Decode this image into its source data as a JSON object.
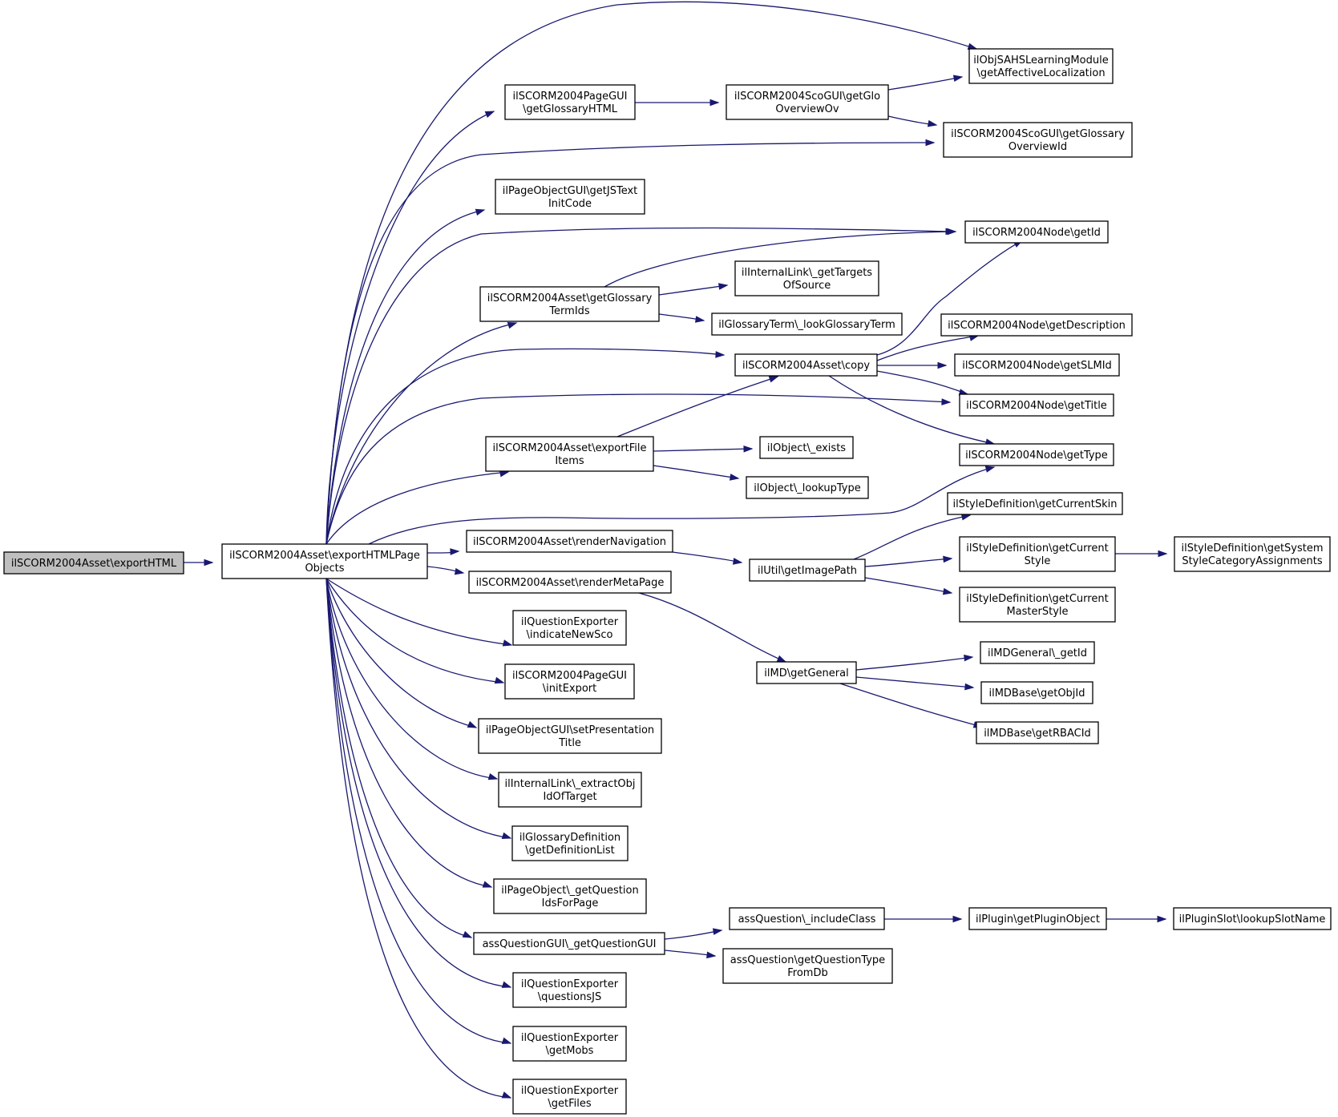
{
  "graph": {
    "colors": {
      "edge": "#191970",
      "root_fill": "#bfbfbf",
      "node_fill": "#ffffff",
      "border": "#000000"
    },
    "nodes": [
      {
        "id": "n0",
        "lines": [
          "ilSCORM2004Asset\\exportHTML"
        ]
      },
      {
        "id": "n1",
        "lines": [
          "ilSCORM2004Asset\\exportHTMLPage",
          "Objects"
        ]
      },
      {
        "id": "n2",
        "lines": [
          "ilSCORM2004PageGUI",
          "\\getGlossaryHTML"
        ]
      },
      {
        "id": "n3",
        "lines": [
          "ilSCORM2004ScoGUI\\getGlo",
          "OverviewOv"
        ]
      },
      {
        "id": "n4",
        "lines": [
          "ilObjSAHSLearningModule",
          "\\getAffectiveLocalization"
        ]
      },
      {
        "id": "n5",
        "lines": [
          "ilSCORM2004ScoGUI\\getGlossary",
          "OverviewId"
        ]
      },
      {
        "id": "n6",
        "lines": [
          "ilPageObjectGUI\\getJSText",
          "InitCode"
        ]
      },
      {
        "id": "n7",
        "lines": [
          "ilSCORM2004Node\\getId"
        ]
      },
      {
        "id": "n8",
        "lines": [
          "ilSCORM2004Asset\\getGlossary",
          "TermIds"
        ]
      },
      {
        "id": "n9",
        "lines": [
          "ilInternalLink\\_getTargets",
          "OfSource"
        ]
      },
      {
        "id": "n10",
        "lines": [
          "ilGlossaryTerm\\_lookGlossaryTerm"
        ]
      },
      {
        "id": "n11",
        "lines": [
          "ilSCORM2004Asset\\copy"
        ]
      },
      {
        "id": "n12",
        "lines": [
          "ilSCORM2004Node\\getDescription"
        ]
      },
      {
        "id": "n13",
        "lines": [
          "ilSCORM2004Node\\getSLMId"
        ]
      },
      {
        "id": "n14",
        "lines": [
          "ilSCORM2004Node\\getTitle"
        ]
      },
      {
        "id": "n15",
        "lines": [
          "ilSCORM2004Node\\getType"
        ]
      },
      {
        "id": "n16",
        "lines": [
          "ilSCORM2004Asset\\exportFile",
          "Items"
        ]
      },
      {
        "id": "n17",
        "lines": [
          "ilObject\\_exists"
        ]
      },
      {
        "id": "n18",
        "lines": [
          "ilObject\\_lookupType"
        ]
      },
      {
        "id": "n19",
        "lines": [
          "ilSCORM2004Asset\\renderNavigation"
        ]
      },
      {
        "id": "n20",
        "lines": [
          "ilUtil\\getImagePath"
        ]
      },
      {
        "id": "n21",
        "lines": [
          "ilStyleDefinition\\getCurrentSkin"
        ]
      },
      {
        "id": "n22",
        "lines": [
          "ilStyleDefinition\\getCurrent",
          "Style"
        ]
      },
      {
        "id": "n23",
        "lines": [
          "ilStyleDefinition\\getSystem",
          "StyleCategoryAssignments"
        ]
      },
      {
        "id": "n24",
        "lines": [
          "ilStyleDefinition\\getCurrent",
          "MasterStyle"
        ]
      },
      {
        "id": "n25",
        "lines": [
          "ilSCORM2004Asset\\renderMetaPage"
        ]
      },
      {
        "id": "n26",
        "lines": [
          "ilMD\\getGeneral"
        ]
      },
      {
        "id": "n27",
        "lines": [
          "ilMDGeneral\\_getId"
        ]
      },
      {
        "id": "n28",
        "lines": [
          "ilMDBase\\getObjId"
        ]
      },
      {
        "id": "n29",
        "lines": [
          "ilMDBase\\getRBACId"
        ]
      },
      {
        "id": "n30",
        "lines": [
          "ilQuestionExporter",
          "\\indicateNewSco"
        ]
      },
      {
        "id": "n31",
        "lines": [
          "ilSCORM2004PageGUI",
          "\\initExport"
        ]
      },
      {
        "id": "n32",
        "lines": [
          "ilPageObjectGUI\\setPresentation",
          "Title"
        ]
      },
      {
        "id": "n33",
        "lines": [
          "ilInternalLink\\_extractObj",
          "IdOfTarget"
        ]
      },
      {
        "id": "n34",
        "lines": [
          "ilGlossaryDefinition",
          "\\getDefinitionList"
        ]
      },
      {
        "id": "n35",
        "lines": [
          "ilPageObject\\_getQuestion",
          "IdsForPage"
        ]
      },
      {
        "id": "n36",
        "lines": [
          "assQuestionGUI\\_getQuestionGUI"
        ]
      },
      {
        "id": "n37",
        "lines": [
          "assQuestion\\_includeClass"
        ]
      },
      {
        "id": "n38",
        "lines": [
          "ilPlugin\\getPluginObject"
        ]
      },
      {
        "id": "n39",
        "lines": [
          "ilPluginSlot\\lookupSlotName"
        ]
      },
      {
        "id": "n40",
        "lines": [
          "assQuestion\\getQuestionType",
          "FromDb"
        ]
      },
      {
        "id": "n41",
        "lines": [
          "ilQuestionExporter",
          "\\questionsJS"
        ]
      },
      {
        "id": "n42",
        "lines": [
          "ilQuestionExporter",
          "\\getMobs"
        ]
      },
      {
        "id": "n43",
        "lines": [
          "ilQuestionExporter",
          "\\getFiles"
        ]
      }
    ]
  }
}
